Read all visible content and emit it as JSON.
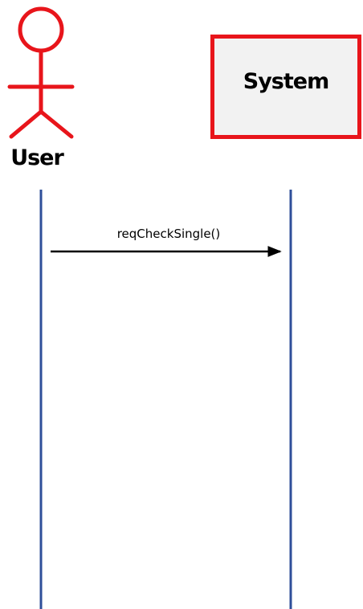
{
  "actor": {
    "name": "User",
    "color": "#e8151b"
  },
  "participant": {
    "name": "System",
    "border_color": "#e8151b",
    "fill_color": "#f2f2f2"
  },
  "lifeline_color": "#2f4f9a",
  "message": {
    "label": "reqCheckSingle()"
  }
}
